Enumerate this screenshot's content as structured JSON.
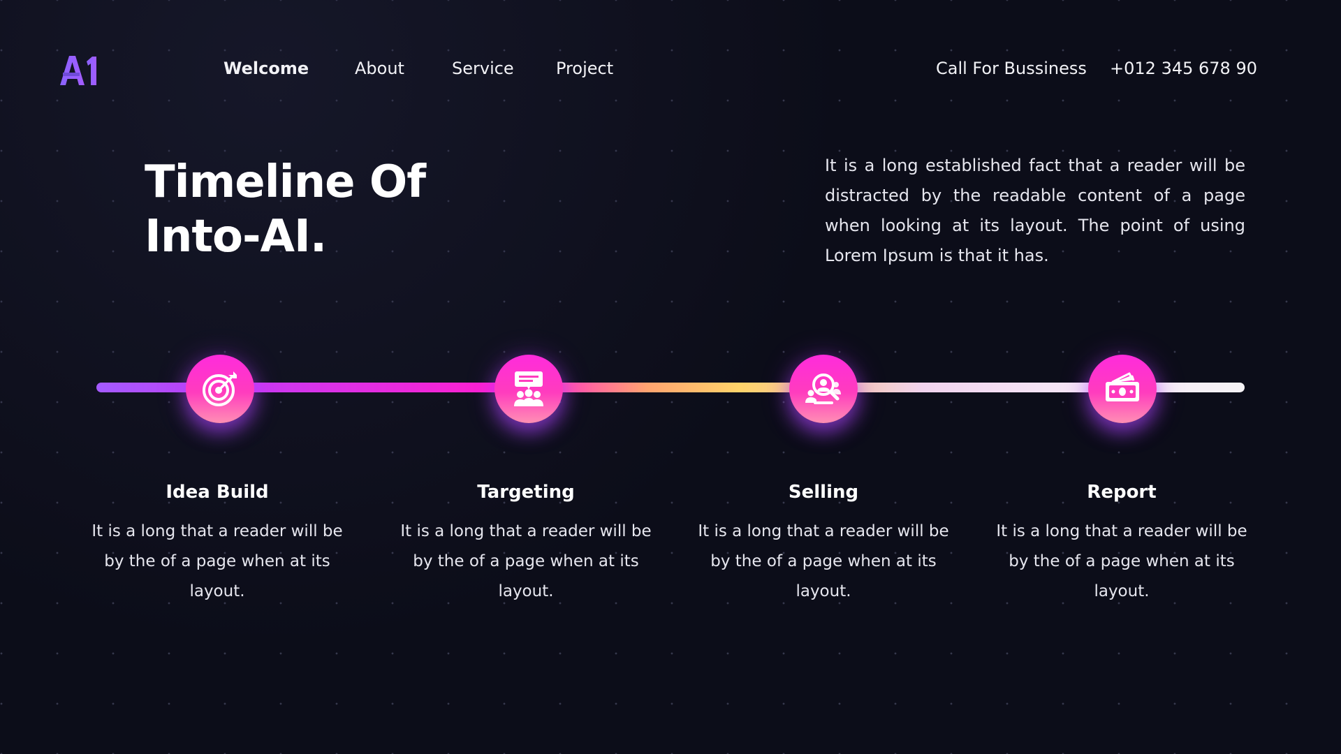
{
  "header": {
    "logo_text": "A1",
    "nav": [
      {
        "label": "Welcome",
        "active": true
      },
      {
        "label": "About",
        "active": false
      },
      {
        "label": "Service",
        "active": false
      },
      {
        "label": "Project",
        "active": false
      }
    ],
    "contact_label": "Call For Bussiness",
    "phone": "+012 345 678 90"
  },
  "hero": {
    "title_line1": "Timeline Of",
    "title_line2": "Into-AI.",
    "description": "It is a long established fact that a reader will be distracted by the readable content of a page when looking at its layout. The point of using Lorem Ipsum is that it has."
  },
  "timeline": {
    "steps": [
      {
        "title": "Idea Build",
        "description": "It is a long that a reader will be by the of a page when at its layout.",
        "icon": "target-icon"
      },
      {
        "title": "Targeting",
        "description": "It is a long that a reader will be by the of a page when at its layout.",
        "icon": "audience-presentation-icon"
      },
      {
        "title": "Selling",
        "description": "It is a long that a reader will be by the of a page when at its layout.",
        "icon": "customer-search-icon"
      },
      {
        "title": "Report",
        "description": "It is a long that a reader will be by the of a page when at its layout.",
        "icon": "money-icon"
      }
    ]
  },
  "colors": {
    "background": "#0c0d19",
    "accent_purple": "#a45bff",
    "accent_magenta": "#ff1fcf",
    "accent_yellow": "#ffd36a",
    "node_gradient_top": "#ff2bdc",
    "node_gradient_bottom": "#ff8fb4"
  }
}
